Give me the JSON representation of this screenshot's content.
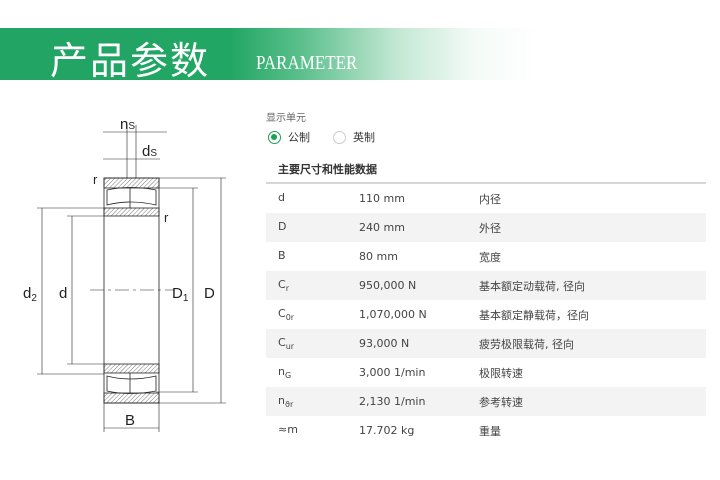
{
  "banner": {
    "title_cn": "产品参数",
    "title_en": "PARAMETER",
    "color": "#21a464"
  },
  "drawing": {
    "labels": {
      "ns": "n",
      "ns_sub": "S",
      "ds": "d",
      "ds_sub": "S",
      "r1": "r",
      "r2": "r",
      "d2": "d",
      "d2_sub": "2",
      "d": "d",
      "D1": "D",
      "D1_sub": "1",
      "D": "D",
      "B": "B"
    }
  },
  "units": {
    "label": "显示单元",
    "options": [
      {
        "label": "公制",
        "selected": true
      },
      {
        "label": "英制",
        "selected": false
      }
    ]
  },
  "table": {
    "title": "主要尺寸和性能数据",
    "rows": [
      {
        "sym": "d",
        "sub": "",
        "value": "110 mm",
        "desc": "内径"
      },
      {
        "sym": "D",
        "sub": "",
        "value": "240 mm",
        "desc": "外径"
      },
      {
        "sym": "B",
        "sub": "",
        "value": "80 mm",
        "desc": "宽度"
      },
      {
        "sym": "C",
        "sub": "r",
        "value": "950,000 N",
        "desc": "基本额定动载荷, 径向"
      },
      {
        "sym": "C",
        "sub": "0r",
        "value": "1,070,000 N",
        "desc": "基本额定静载荷，径向"
      },
      {
        "sym": "C",
        "sub": "ur",
        "value": "93,000 N",
        "desc": "疲劳极限载荷, 径向"
      },
      {
        "sym": "n",
        "sub": "G",
        "value": "3,000 1/min",
        "desc": "极限转速"
      },
      {
        "sym": "n",
        "sub": "ϑr",
        "value": "2,130 1/min",
        "desc": "参考转速"
      },
      {
        "sym": "≈m",
        "sub": "",
        "value": "17.702 kg",
        "desc": "重量"
      }
    ]
  }
}
